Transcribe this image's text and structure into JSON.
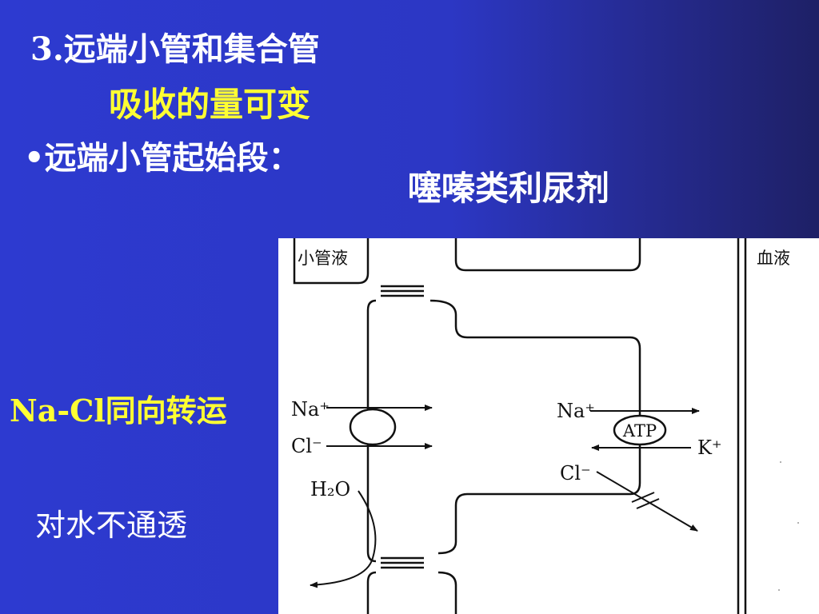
{
  "slide": {
    "title": "3.远端小管和集合管",
    "subtitle": "吸收的量可变",
    "bullet": "•远端小管起始段：",
    "drug_note": "噻嗪类利尿剂",
    "cotransport_label": "Na-Cl同向转运",
    "water_note": "对水不通透",
    "colors": {
      "background": "#2c37c4",
      "title_text": "#ffffff",
      "highlight_text": "#ffff33",
      "diagram_background": "#ffffff"
    }
  },
  "diagram": {
    "lumen_label": "小管液",
    "blood_label": "血液",
    "apical_na": "Na⁺",
    "apical_cl": "Cl⁻",
    "water": "H₂O",
    "basal_na": "Na⁺",
    "atp": "ATP",
    "basal_k": "K⁺",
    "basal_cl": "Cl⁻"
  }
}
